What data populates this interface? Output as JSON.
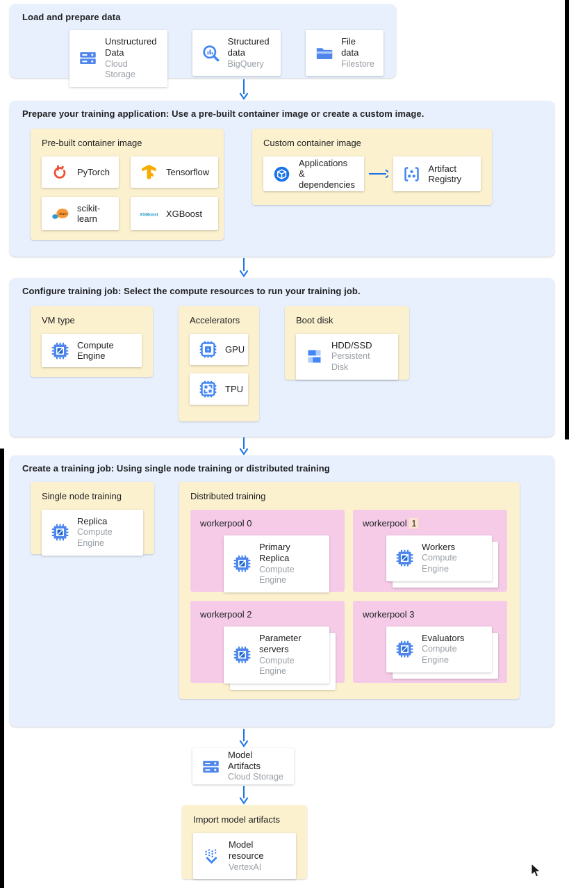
{
  "colors": {
    "panel_blue": "#e8f0fe",
    "box_yellow": "#fcf1cf",
    "box_pink": "#f5cbe7",
    "arrow_blue": "#1a73e8",
    "title_text": "#1f1f1f",
    "subtitle_gray": "#9aa0a6",
    "highlight_peach": "#fbe3cd"
  },
  "panels": {
    "load": {
      "title": "Load and prepare data",
      "cards": [
        {
          "title": "Unstructured Data",
          "subtitle": "Cloud Storage",
          "icon": "cloud-storage-icon"
        },
        {
          "title": "Structured data",
          "subtitle": "BigQuery",
          "icon": "bigquery-icon"
        },
        {
          "title": "File data",
          "subtitle": "Filestore",
          "icon": "filestore-icon"
        }
      ]
    },
    "prepare": {
      "title": "Prepare your training application: Use a pre-built container image or create a custom image.",
      "prebuilt": {
        "title": "Pre-built container image",
        "cards": [
          {
            "title": "PyTorch",
            "icon": "pytorch-icon"
          },
          {
            "title": "Tensorflow",
            "icon": "tensorflow-icon"
          },
          {
            "title": "scikit-learn",
            "icon": "scikit-learn-icon"
          },
          {
            "title": "XGBoost",
            "icon": "xgboost-icon"
          }
        ]
      },
      "custom": {
        "title": "Custom container image",
        "source_card": {
          "title": "Applications & dependencies",
          "icon": "applications-icon"
        },
        "target_card": {
          "title": "Artifact Registry",
          "icon": "artifact-registry-icon"
        }
      }
    },
    "configure": {
      "title": "Configure training job: Select the compute resources to run your training job.",
      "vm_type": {
        "title": "VM type",
        "card": {
          "title": "Compute Engine",
          "icon": "compute-engine-icon"
        }
      },
      "accelerators": {
        "title": "Accelerators",
        "cards": [
          {
            "title": "GPU",
            "icon": "gpu-icon"
          },
          {
            "title": "TPU",
            "icon": "tpu-icon"
          }
        ]
      },
      "boot_disk": {
        "title": "Boot disk",
        "card": {
          "title": "HDD/SSD",
          "subtitle": "Persistent Disk",
          "icon": "persistent-disk-icon"
        }
      }
    },
    "create": {
      "title": "Create a training job: Using single node training or distributed training",
      "single_node": {
        "title": "Single node training",
        "card": {
          "title": "Replica",
          "subtitle": "Compute Engine",
          "icon": "compute-engine-icon"
        }
      },
      "distributed": {
        "title": "Distributed training",
        "workerpools": [
          {
            "label": "workerpool",
            "number": "0",
            "card": {
              "title": "Primary Replica",
              "subtitle": "Compute Engine",
              "icon": "compute-engine-icon"
            }
          },
          {
            "label": "workerpool",
            "number": "1",
            "card": {
              "title": "Workers",
              "subtitle": "Compute Engine",
              "icon": "compute-engine-icon"
            }
          },
          {
            "label": "workerpool",
            "number": "2",
            "card": {
              "title": "Parameter servers",
              "subtitle": "Compute Engine",
              "icon": "compute-engine-icon"
            }
          },
          {
            "label": "workerpool",
            "number": "3",
            "card": {
              "title": "Evaluators",
              "subtitle": "Compute Engine",
              "icon": "compute-engine-icon"
            }
          }
        ]
      }
    },
    "model_artifacts_card": {
      "title": "Model Artifacts",
      "subtitle": "Cloud Storage",
      "icon": "cloud-storage-icon"
    },
    "import_box": {
      "title": "Import model artifacts",
      "card": {
        "title": "Model resource",
        "subtitle": "VertexAI",
        "icon": "vertex-ai-icon"
      }
    }
  }
}
